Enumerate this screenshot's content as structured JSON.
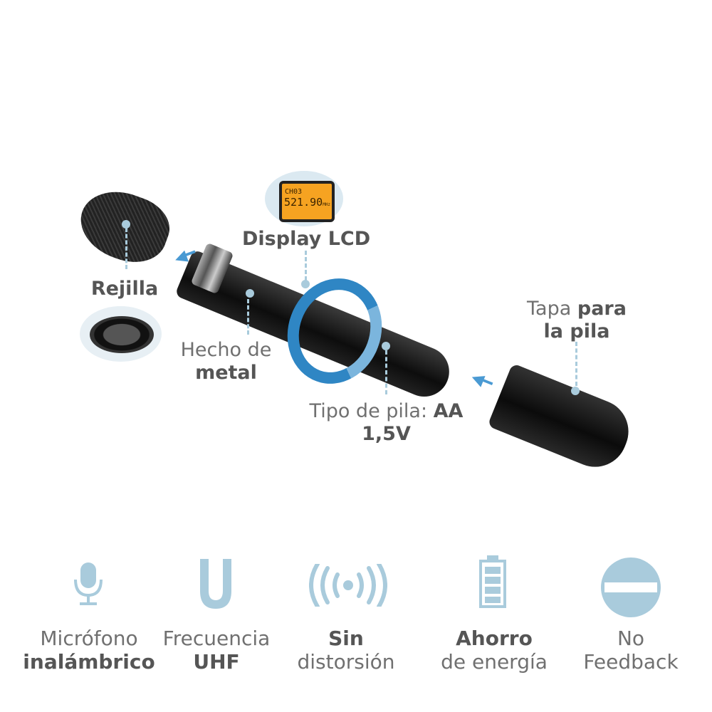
{
  "lcd": {
    "channel": "CH03",
    "frequency": "521.90",
    "unit": "MHz"
  },
  "callouts": {
    "display": {
      "bold": "Display LCD"
    },
    "grille": {
      "bold": "Rejilla"
    },
    "metal": {
      "normal": "Hecho de",
      "bold": "metal"
    },
    "battery_type": {
      "normal": "Tipo de pila:",
      "bold1": "AA",
      "bold2": "1,5V"
    },
    "battery_cap": {
      "normal1": "Tapa",
      "bold1": "para",
      "bold2": "la pila"
    }
  },
  "features": [
    {
      "icon": "microphone-icon",
      "line1": "Micrófono",
      "line2": "inalámbrico",
      "bold_line": 2
    },
    {
      "icon": "uhf-u-icon",
      "line1": "Frecuencia",
      "line2": "UHF",
      "bold_line": 2
    },
    {
      "icon": "signal-waves-icon",
      "line1": "Sin",
      "line2": "distorsión",
      "bold_line": 1
    },
    {
      "icon": "battery-icon",
      "line1": "Ahorro",
      "line2": "de energía",
      "bold_line": 1
    },
    {
      "icon": "no-entry-icon",
      "line1": "No",
      "line2": "Feedback",
      "bold_line": 0
    }
  ],
  "colors": {
    "accent": "#a9cbdc",
    "arrow": "#2f86c4",
    "text": "#707070"
  }
}
